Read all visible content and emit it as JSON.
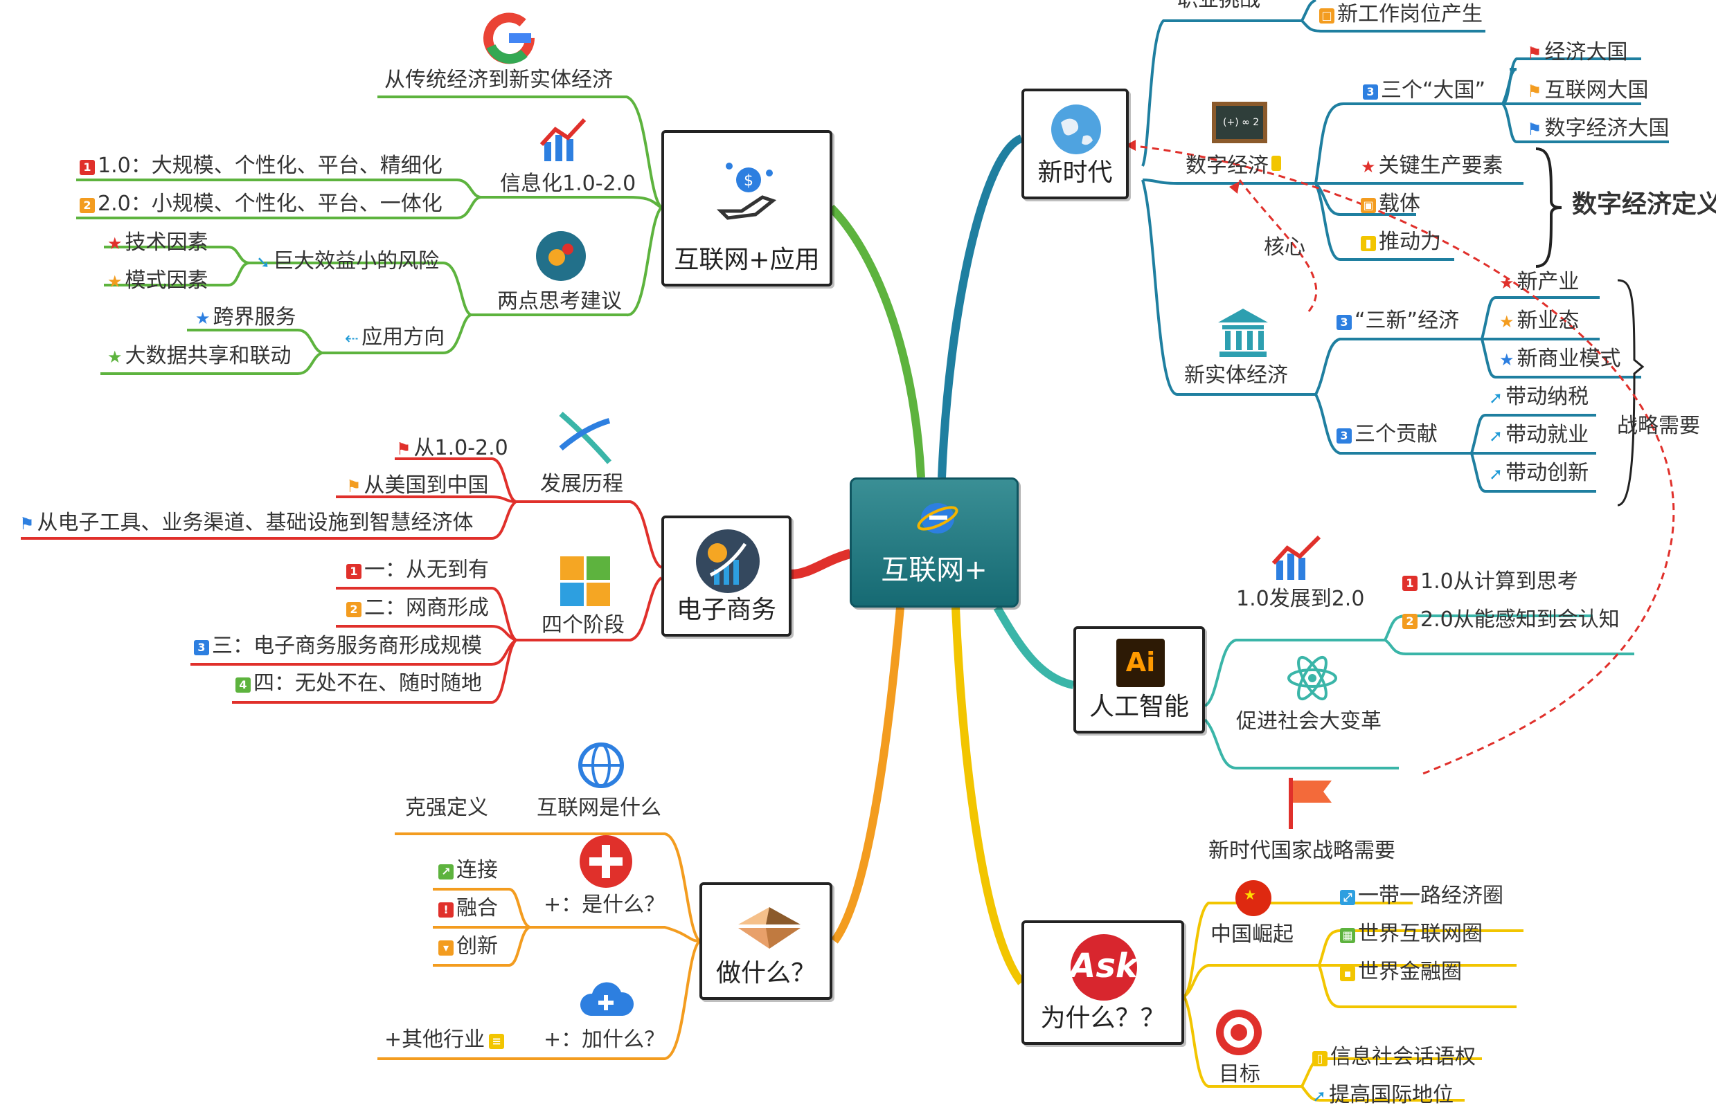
{
  "center": {
    "label": "互联网+"
  },
  "topics": {
    "internet_app": {
      "label": "互联网+应用",
      "s1": "从传统经济到新实体经济",
      "s2": "信息化1.0-2.0",
      "s2a": "1.0：大规模、个性化、平台、精细化",
      "s2b": "2.0：小规模、个性化、平台、一体化",
      "s3": "两点思考建议",
      "s3a": "巨大效益小的风险",
      "s3a1": "技术因素",
      "s3a2": "模式因素",
      "s3b": "应用方向",
      "s3b1": "跨界服务",
      "s3b2": "大数据共享和联动"
    },
    "ecommerce": {
      "label": "电子商务",
      "s1": "发展历程",
      "s1a": "从1.0-2.0",
      "s1b": "从美国到中国",
      "s1c": "从电子工具、业务渠道、基础设施到智慧经济体",
      "s2": "四个阶段",
      "s2a": "一：从无到有",
      "s2b": "二：网商形成",
      "s2c": "三：电子商务服务商形成规模",
      "s2d": "四：无处不在、随时随地"
    },
    "what_todo": {
      "label": "做什么？",
      "s1": "互联网是什么",
      "s1a": "克强定义",
      "s2": "+：是什么？",
      "s2a": "连接",
      "s2b": "融合",
      "s2c": "创新",
      "s3": "+：加什么？",
      "s3a": "+其他行业"
    },
    "new_era": {
      "label": "新时代",
      "top1": "职业挑战",
      "top2": "新工作岗位产生",
      "s1": "数字经济",
      "s1a": "三个“大国”",
      "s1a1": "经济大国",
      "s1a2": "互联网大国",
      "s1a3": "数字经济大国",
      "s1b": "关键生产要素",
      "s1c": "载体",
      "s1d": "推动力",
      "s1def": "数字经济定义",
      "core": "核心",
      "s2": "新实体经济",
      "s2a": "“三新”经济",
      "s2a1": "新产业",
      "s2a2": "新业态",
      "s2a3": "新商业模式",
      "s2b": "三个贡献",
      "s2b1": "带动纳税",
      "s2b2": "带动就业",
      "s2b3": "带动创新",
      "strategy": "战略需要"
    },
    "ai": {
      "label": "人工智能",
      "icon_text": "Ai",
      "s1": "1.0发展到2.0",
      "s1a": "1.0从计算到思考",
      "s1b": "2.0从能感知到会认知",
      "s2": "促进社会大变革"
    },
    "why": {
      "label": "为什么？？",
      "icon_text": "Ask",
      "s1": "新时代国家战略需要",
      "s2": "中国崛起",
      "s2a": "一带一路经济圈",
      "s2b": "世界互联网圈",
      "s2c": "世界金融圈",
      "s3": "目标",
      "s3a": "信息社会话语权",
      "s3b": "提高国际地位"
    }
  },
  "colors": {
    "green": "#5db33e",
    "red": "#e0302b",
    "orange": "#f39c1f",
    "teal": "#1f7fa0",
    "aqua": "#3ab5a8",
    "yellow": "#f2c500",
    "dash": "#e0302b"
  }
}
